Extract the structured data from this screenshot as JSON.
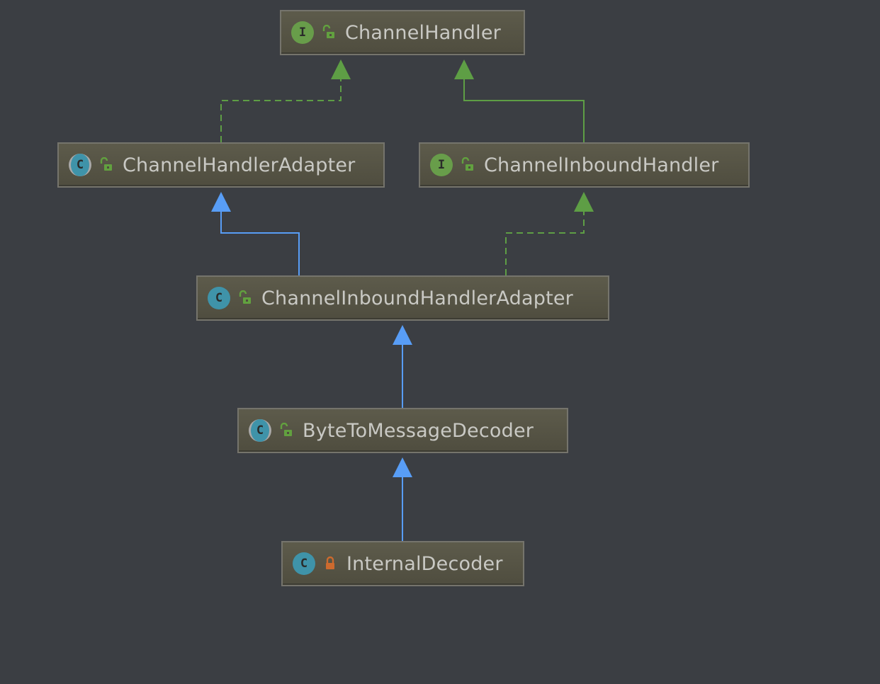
{
  "diagram": {
    "nodes": [
      {
        "id": "channel-handler",
        "label": "ChannelHandler",
        "kind": "interface",
        "kind_letter": "I",
        "visibility": "public"
      },
      {
        "id": "channel-handler-adapter",
        "label": "ChannelHandlerAdapter",
        "kind": "abstract-class",
        "kind_letter": "C",
        "visibility": "public"
      },
      {
        "id": "channel-inbound-handler",
        "label": "ChannelInboundHandler",
        "kind": "interface",
        "kind_letter": "I",
        "visibility": "public"
      },
      {
        "id": "channel-inbound-handler-adapter",
        "label": "ChannelInboundHandlerAdapter",
        "kind": "class",
        "kind_letter": "C",
        "visibility": "public"
      },
      {
        "id": "byte-to-message-decoder",
        "label": "ByteToMessageDecoder",
        "kind": "abstract-class",
        "kind_letter": "C",
        "visibility": "public"
      },
      {
        "id": "internal-decoder",
        "label": "InternalDecoder",
        "kind": "class",
        "kind_letter": "C",
        "visibility": "private"
      }
    ],
    "edges": [
      {
        "from": "channel-handler-adapter",
        "to": "channel-handler",
        "type": "implements"
      },
      {
        "from": "channel-inbound-handler",
        "to": "channel-handler",
        "type": "extends-interface"
      },
      {
        "from": "channel-inbound-handler-adapter",
        "to": "channel-handler-adapter",
        "type": "extends"
      },
      {
        "from": "channel-inbound-handler-adapter",
        "to": "channel-inbound-handler",
        "type": "implements"
      },
      {
        "from": "byte-to-message-decoder",
        "to": "channel-inbound-handler-adapter",
        "type": "extends"
      },
      {
        "from": "internal-decoder",
        "to": "byte-to-message-decoder",
        "type": "extends"
      }
    ],
    "colors": {
      "background": "#3b3e43",
      "class_extends": "#589df6",
      "interface_relation": "#5e9e45",
      "public_icon": "#62a13f",
      "private_icon": "#cc6a2e"
    }
  }
}
